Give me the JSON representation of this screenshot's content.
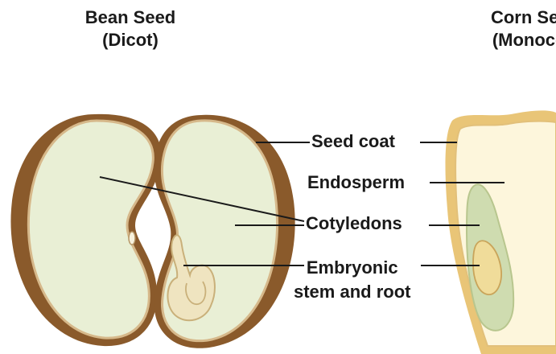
{
  "titles": {
    "bean_line1": "Bean Seed",
    "bean_line2": "(Dicot)",
    "corn_line1": "Corn Seed",
    "corn_line2": "(Monocot)"
  },
  "labels": {
    "seed_coat": "Seed coat",
    "endosperm": "Endosperm",
    "cotyledons": "Cotyledons",
    "embryo_line1": "Embryonic",
    "embryo_line2": "stem and root"
  },
  "colors": {
    "seed_coat_outer": "#8a5a2b",
    "seed_coat_inner": "#d6b88a",
    "cotyledon_fill": "#e9efd5",
    "embryo_fill": "#efe4c0",
    "corn_coat": "#e9c577",
    "corn_endosperm": "#fdf6dc",
    "corn_cotyledon": "#cfdcb0",
    "leader_line": "#1a1a1a"
  }
}
